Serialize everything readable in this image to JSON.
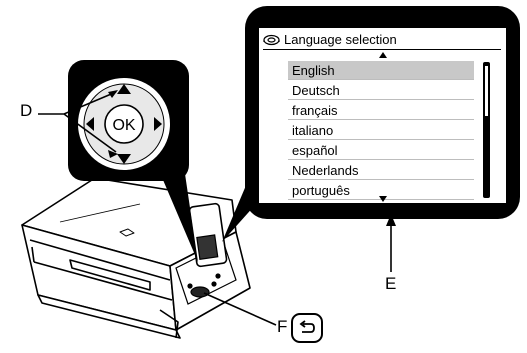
{
  "lcd": {
    "title": "Language selection",
    "title_icon": "setup-gear-icon",
    "languages": [
      {
        "label": "English",
        "selected": true
      },
      {
        "label": "Deutsch",
        "selected": false
      },
      {
        "label": "français",
        "selected": false
      },
      {
        "label": "italiano",
        "selected": false
      },
      {
        "label": "español",
        "selected": false
      },
      {
        "label": "Nederlands",
        "selected": false
      },
      {
        "label": "português",
        "selected": false
      }
    ]
  },
  "control_pad": {
    "ok_label": "OK",
    "icons": [
      "up-arrow-icon",
      "down-arrow-icon",
      "left-arrow-icon",
      "right-arrow-icon"
    ]
  },
  "callouts": {
    "d": "D",
    "e": "E",
    "f": "F"
  },
  "back_key": {
    "icon": "back-arrow-icon"
  },
  "colors": {
    "selected_row": "#c8c8c8",
    "frame": "#000000",
    "printer_body": "#ffffff"
  }
}
